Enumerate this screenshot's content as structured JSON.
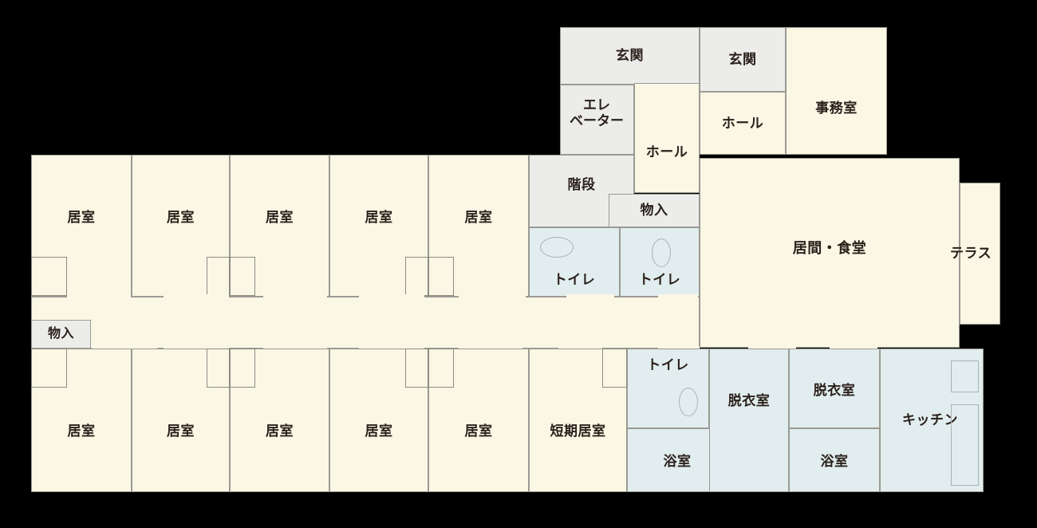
{
  "plan": {
    "kind": "floor-plan",
    "colors": {
      "background": "#000000",
      "room_cream": "#faf7e4",
      "room_gray": "#ececeb",
      "room_water": "#e1edee",
      "wall": "#9a9a92",
      "text": "#2b211c"
    }
  },
  "rooms": {
    "genkan_main": "玄関",
    "genkan_sub": "玄関",
    "office": "事務室",
    "elevator": "エレベーター",
    "elevator_line1": "エレ",
    "elevator_line2": "ベーター",
    "hall_center": "ホール",
    "hall_right": "ホール",
    "stairs": "階段",
    "storage_top": "物入",
    "toilet_a": "トイレ",
    "toilet_b": "トイレ",
    "living_dining": "居間・食堂",
    "terrace": "テラス",
    "corridor_storage": "物入",
    "short_stay": "短期居室",
    "toilet_c": "トイレ",
    "changing_a": "脱衣室",
    "changing_b": "脱衣室",
    "bath_a": "浴室",
    "bath_b": "浴室",
    "kitchen": "キッチン",
    "private_room": "居室"
  },
  "rows": {
    "top_private_rooms": [
      "居室",
      "居室",
      "居室",
      "居室",
      "居室"
    ],
    "bottom_private_rooms": [
      "居室",
      "居室",
      "居室",
      "居室",
      "居室"
    ]
  }
}
